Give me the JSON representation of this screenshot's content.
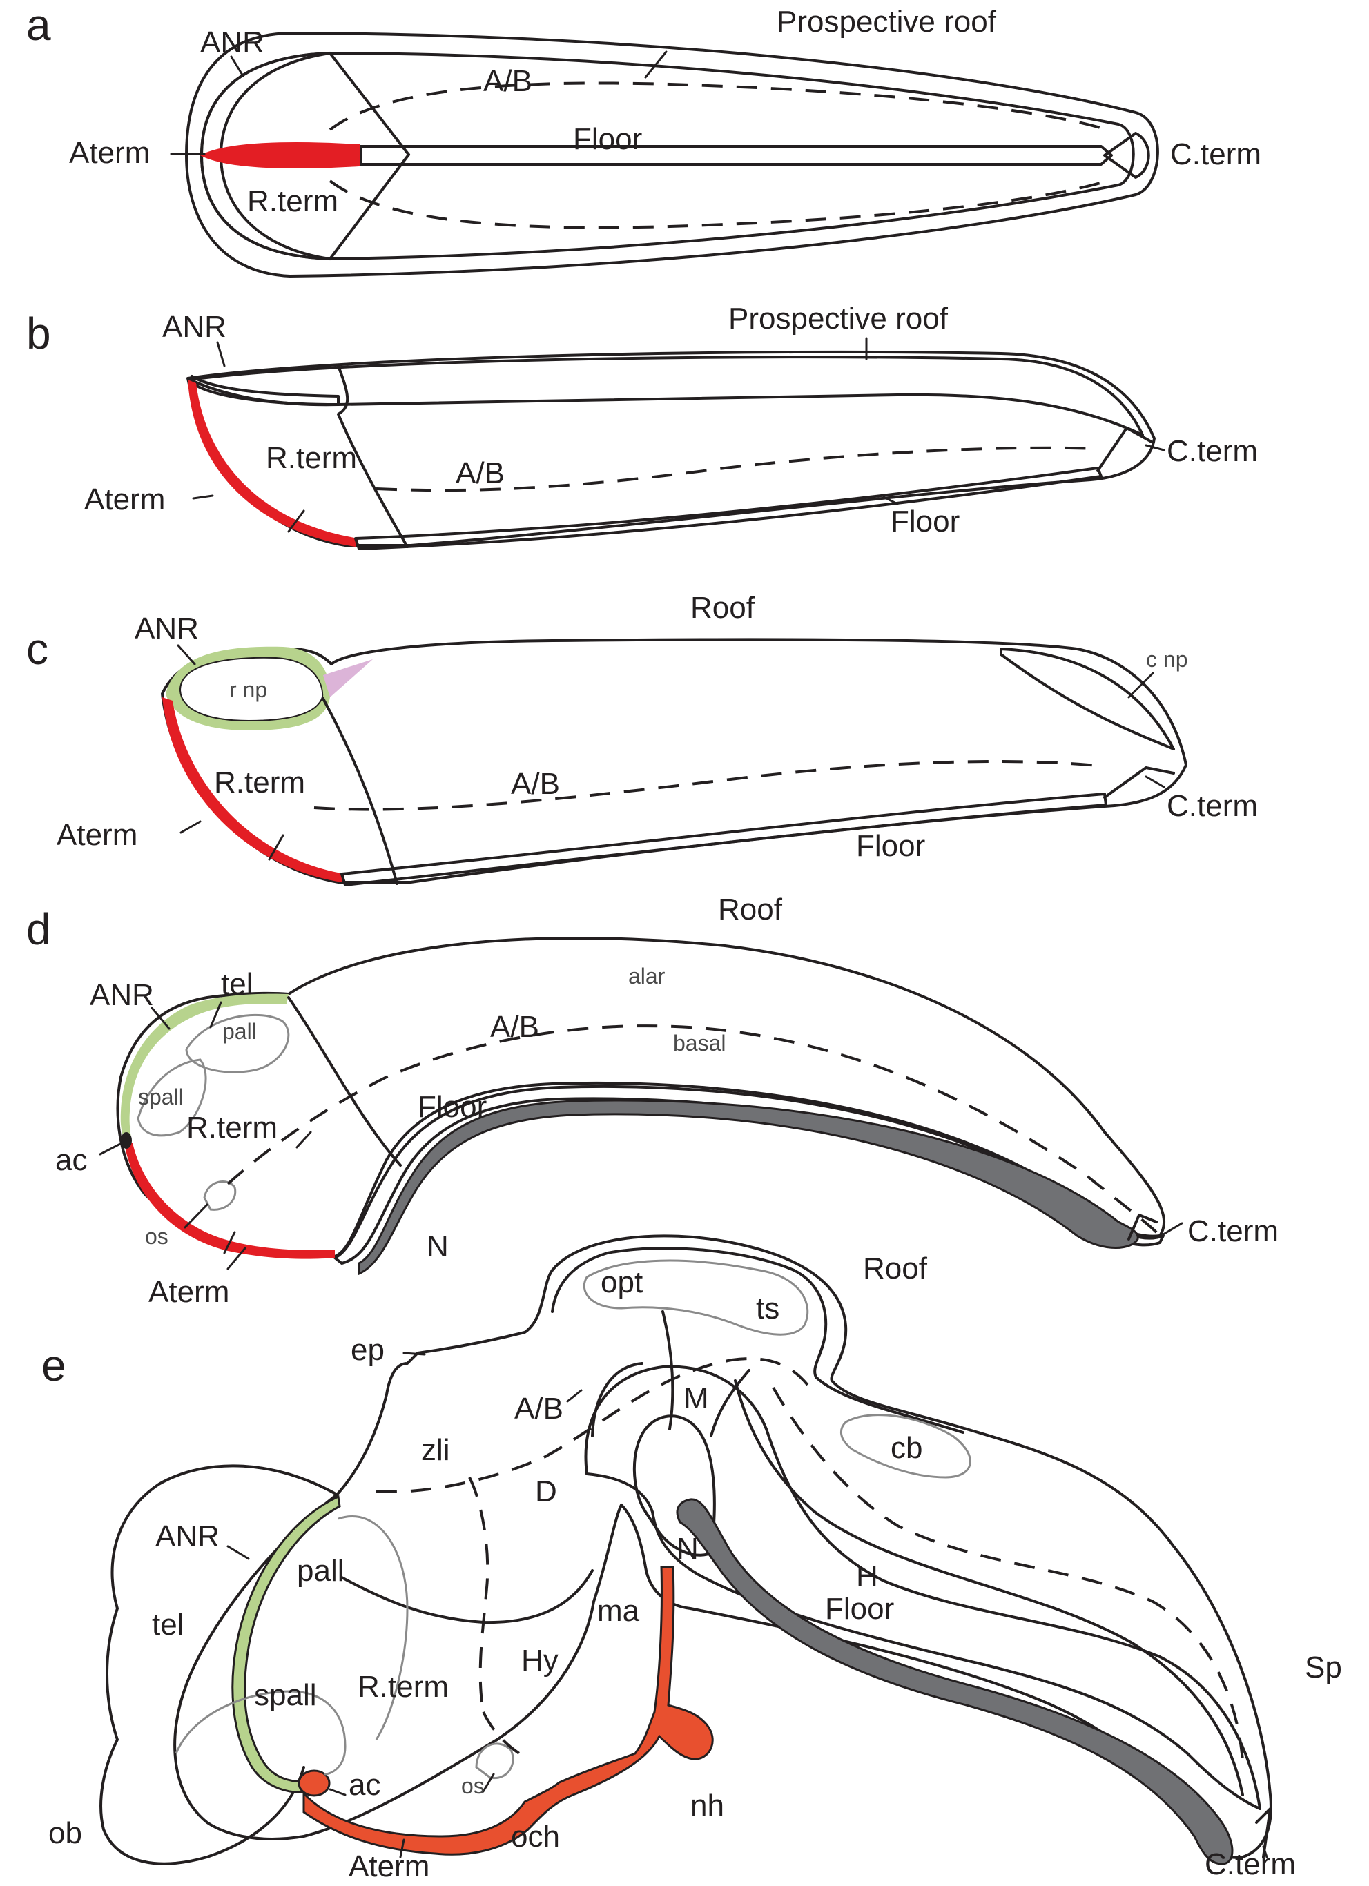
{
  "colors": {
    "prospective_roof_fill": "#dcb4d8",
    "anr_green": "#b7d38d",
    "aterm_red": "#e31e24",
    "aterm_orange": "#e8502f",
    "floor_grey": "#d9dbde",
    "notochord_grey": "#707174",
    "outline": "#231f20"
  },
  "panels": {
    "a": {
      "letter": "a",
      "labels": {
        "anr": "ANR",
        "prospective_roof": "Prospective roof",
        "ab": "A/B",
        "aterm": "Aterm",
        "floor": "Floor",
        "cterm": "C.term",
        "rterm": "R.term"
      }
    },
    "b": {
      "letter": "b",
      "labels": {
        "anr": "ANR",
        "prospective_roof": "Prospective roof",
        "cterm": "C.term",
        "rterm": "R.term",
        "ab": "A/B",
        "aterm": "Aterm",
        "floor": "Floor"
      }
    },
    "c": {
      "letter": "c",
      "labels": {
        "roof": "Roof",
        "anr": "ANR",
        "rnp": "r np",
        "cnp": "c np",
        "rterm": "R.term",
        "ab": "A/B",
        "cterm": "C.term",
        "aterm": "Aterm",
        "floor": "Floor"
      }
    },
    "d": {
      "letter": "d",
      "labels": {
        "roof": "Roof",
        "tel": "tel",
        "anr": "ANR",
        "alar": "alar",
        "pall": "pall",
        "ab": "A/B",
        "basal": "basal",
        "spall": "spall",
        "floor": "Floor",
        "rterm": "R.term",
        "ac": "ac",
        "os": "os",
        "n": "N",
        "cterm": "C.term",
        "aterm": "Aterm"
      }
    },
    "e": {
      "letter": "e",
      "labels": {
        "opt": "opt",
        "roof": "Roof",
        "ts": "ts",
        "ep": "ep",
        "m": "M",
        "ab": "A/B",
        "cb": "cb",
        "zli": "zli",
        "d": "D",
        "anr": "ANR",
        "n": "N",
        "pall": "pall",
        "h": "H",
        "ma": "ma",
        "floor": "Floor",
        "tel": "tel",
        "hy": "Hy",
        "sp": "Sp",
        "spall": "spall",
        "rterm": "R.term",
        "ac": "ac",
        "os": "os",
        "nh": "nh",
        "ob": "ob",
        "och": "och",
        "cterm": "C.term",
        "aterm": "Aterm"
      }
    }
  }
}
